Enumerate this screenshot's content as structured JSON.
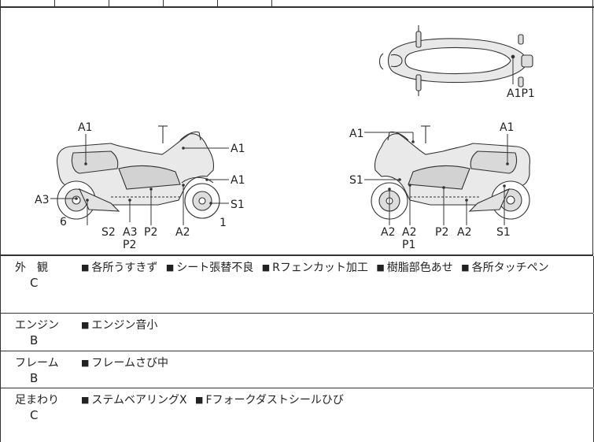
{
  "diagram": {
    "left_view_labels": {
      "a1_top": "A1",
      "a1_front_fairing": "A1",
      "a1_fender": "A1",
      "s1": "S1",
      "a3": "A3",
      "six": "6",
      "s2": "S2",
      "a3_bottom": "A3",
      "p2_under": "P2",
      "p2_bottom": "P2",
      "a2_bottom": "A2",
      "one": "1"
    },
    "right_view_labels": {
      "a1_fairing": "A1",
      "a1_side": "A1",
      "s1_front": "S1",
      "a2_a": "A2",
      "a2_b": "A2",
      "p1": "P1",
      "p2": "P2",
      "a2_c": "A2",
      "s1_rear": "S1"
    },
    "top_view_label": "A1P1"
  },
  "rows": [
    {
      "category": "外　観",
      "grade": "C",
      "notes": [
        "各所うすきず",
        "シート張替不良",
        "Rフェンカット加工",
        "樹脂部色あせ",
        "各所タッチペン"
      ]
    },
    {
      "category": "エンジン",
      "grade": "B",
      "notes": [
        "エンジン音小"
      ]
    },
    {
      "category": "フレーム",
      "grade": "B",
      "notes": [
        "フレームさび中"
      ]
    },
    {
      "category": "足まわり",
      "grade": "C",
      "notes": [
        "ステムベアリングX",
        "Fフォークダストシールひび"
      ]
    }
  ],
  "bullet_symbol": "■"
}
